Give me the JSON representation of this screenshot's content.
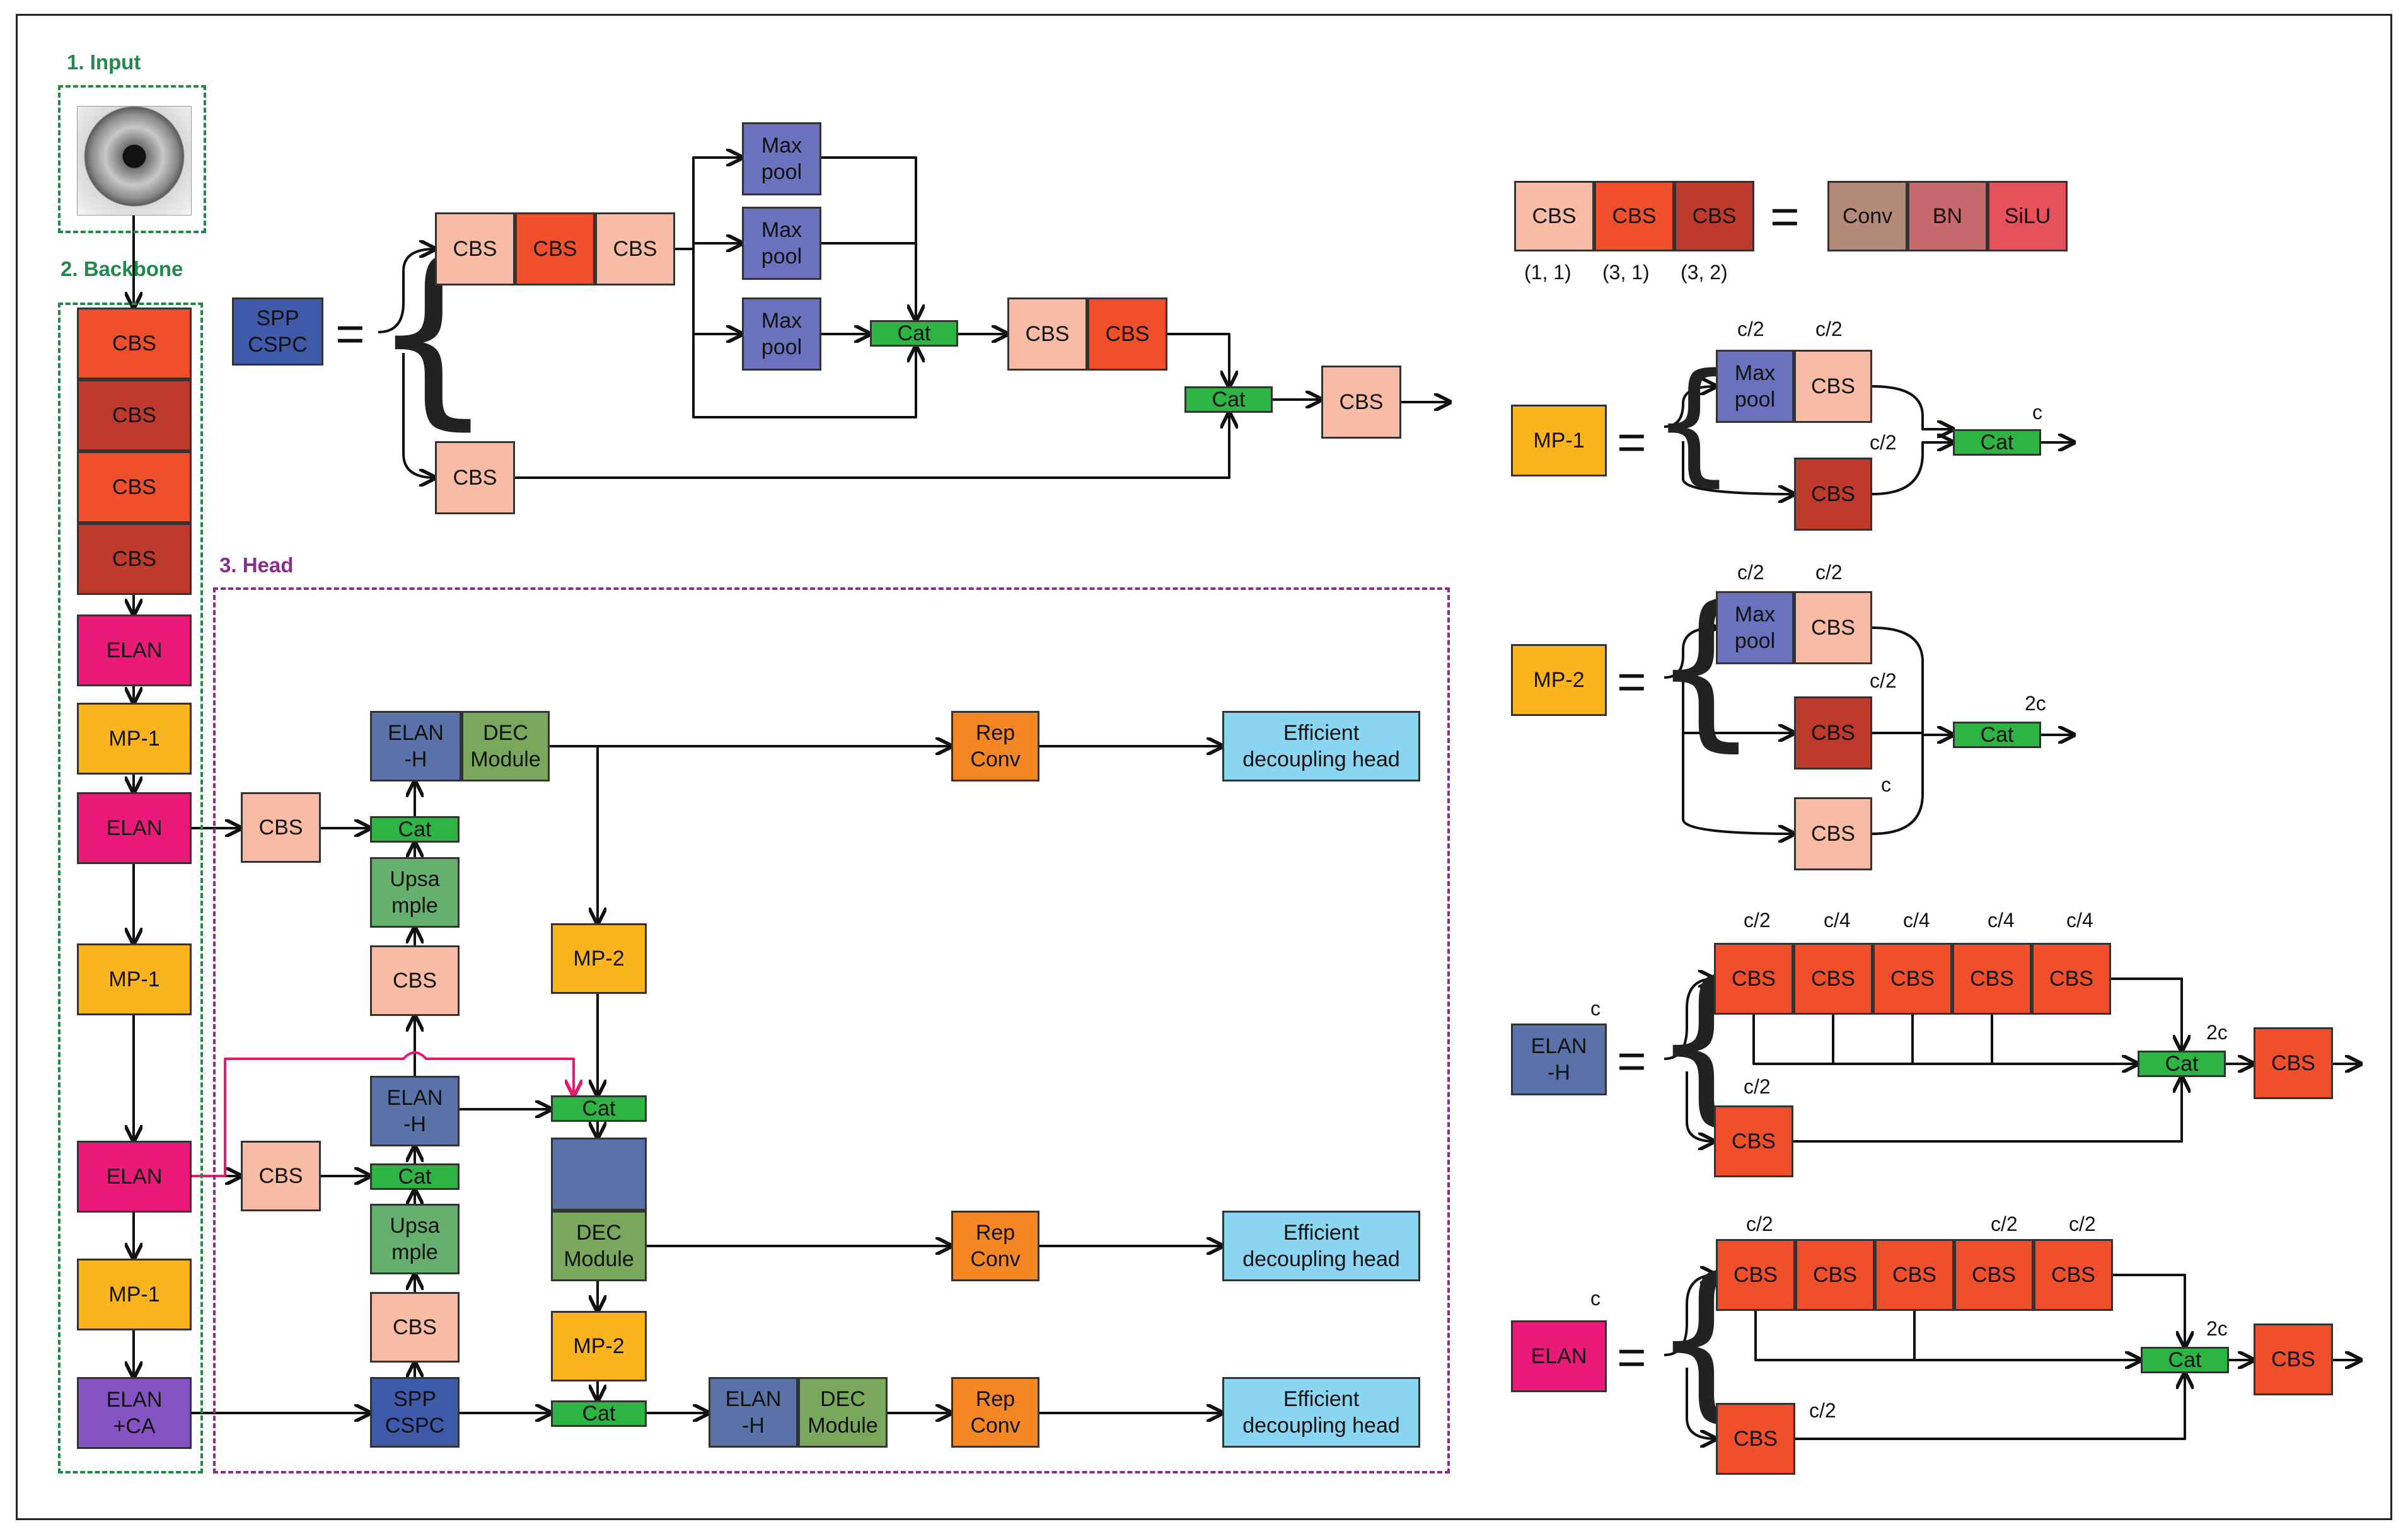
{
  "sections": {
    "input": "1. Input",
    "backbone": "2. Backbone",
    "head": "3. Head"
  },
  "colors": {
    "cbs_light": "#f8bca4",
    "cbs_mid": "#ef4f2a",
    "cbs_dark": "#bd3a2c",
    "elan": "#ea1a78",
    "mp": "#fbb41e",
    "maxpool": "#6a72bd",
    "cat": "#2db444",
    "spp": "#3e5aa8",
    "elan_h": "#5b72a8",
    "dec": "#79a75b",
    "upsample": "#66b06f",
    "rep": "#f58624",
    "eff": "#8ad6f2",
    "elan_ca": "#8553c2",
    "conv": "#b38a7a",
    "bn": "#c76a6d",
    "silu": "#e6525c",
    "input_green": "#1f8a4a",
    "head_purple": "#8c2c8c",
    "link_pink": "#e6196e"
  },
  "labels": {
    "cbs": "CBS",
    "cat": "Cat",
    "elan": "ELAN",
    "mp1": "MP-1",
    "mp2": "MP-2",
    "max_pool": "Max\npool",
    "spp_cspc": "SPP\nCSPC",
    "elan_h": "ELAN\n-H",
    "dec_module": "DEC\nModule",
    "upsample": "Upsa\nmple",
    "rep_conv": "Rep\nConv",
    "efficient_head": "Efficient\ndecoupling head",
    "elan_ca": "ELAN\n+CA",
    "conv": "Conv",
    "bn": "BN",
    "silu": "SiLU",
    "eq": "="
  },
  "cbs_params": [
    "(1,  1)",
    "(3,  1)",
    "(3,  2)"
  ],
  "channel_labels": {
    "c": "c",
    "c2": "c/2",
    "c4": "c/4",
    "c2x": "2c"
  }
}
